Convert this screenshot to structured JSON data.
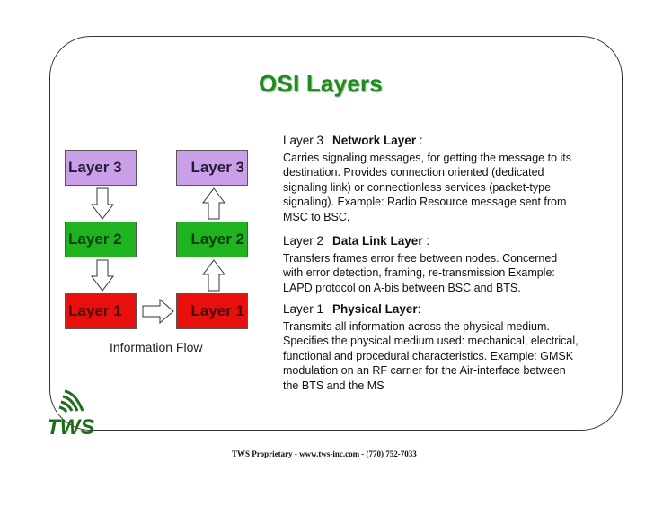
{
  "title": "OSI Layers",
  "stack_left": [
    "Layer 3",
    "Layer 2",
    "Layer 1"
  ],
  "stack_right": [
    "Layer 3",
    "Layer 2",
    "Layer 1"
  ],
  "flow_label": "Information Flow",
  "descriptions": [
    {
      "layer": "Layer 3",
      "name": "Network Layer",
      "sep": " :",
      "text": "Carries signaling messages, for getting the message to its  destination. Provides connection oriented (dedicated signaling link) or connectionless services (packet-type signaling). Example:  Radio Resource message sent from MSC to BSC."
    },
    {
      "layer": "Layer 2",
      "name": "Data Link Layer",
      "sep": " :",
      "text": "Transfers frames error free between nodes. Concerned with error detection, framing, re-transmission Example: LAPD protocol on A-bis between BSC and BTS."
    },
    {
      "layer": "Layer 1",
      "name": "Physical Layer",
      "sep": ":",
      "text": "Transmits all information across the physical medium. Specifies the physical medium used: mechanical, electrical, functional and procedural characteristics. Example: GMSK modulation on an RF carrier for the Air-interface between the BTS and the MS"
    }
  ],
  "footer": "TWS Proprietary - www.tws-inc.com - (770) 752-7033",
  "logo_text": "TWS",
  "colors": {
    "title": "#1f8a1f",
    "layer3": "#c9a0e8",
    "layer2": "#1fb41f",
    "layer1": "#e80f0f"
  }
}
